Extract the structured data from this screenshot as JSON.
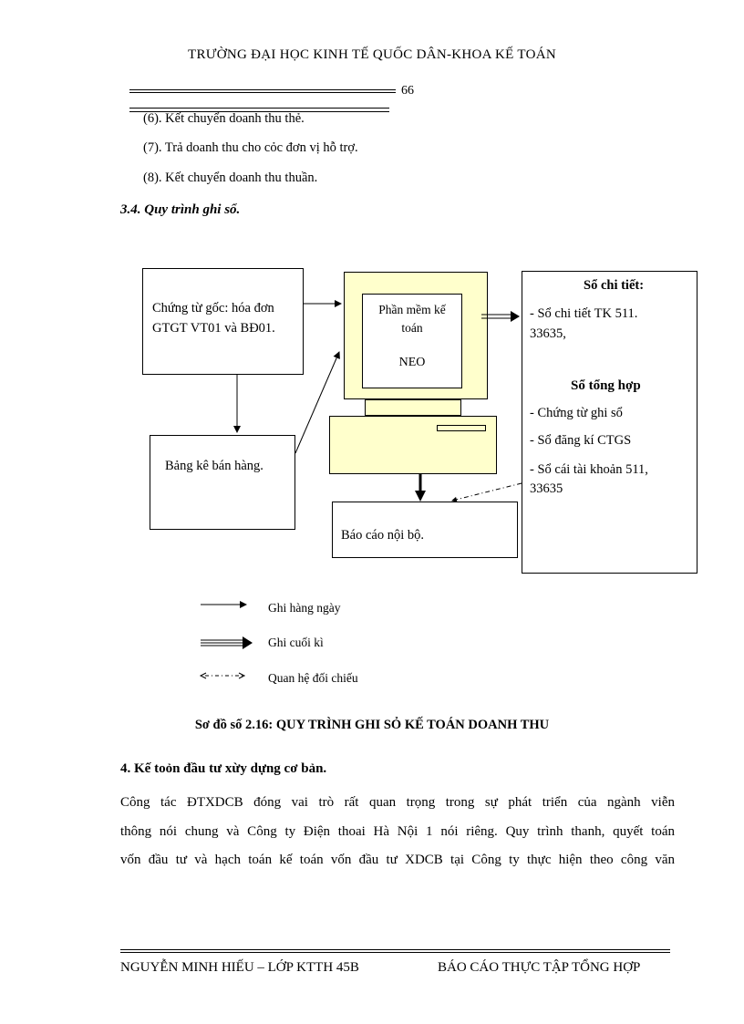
{
  "header": {
    "title": "TRƯỜNG ĐẠI HỌC KINH TẾ QUỐC DÂN-KHOA KẾ TOÁN",
    "page_number": "66"
  },
  "list_items": [
    "(6). Kết chuyển doanh thu thẻ.",
    "(7). Trả doanh thu cho cỏc đơn vị hỗ trợ.",
    "(8). Kết chuyển doanh thu thuần."
  ],
  "section_heading": "3.4. Quy trình ghi sổ.",
  "diagram": {
    "source_doc": [
      "Chứng từ gốc: hóa đơn",
      "GTGT VT01 và BĐ01."
    ],
    "sales_list": "Bảng kê bán hàng.",
    "software": [
      "Phần mềm kế",
      "toán"
    ],
    "software_name": "NEO",
    "internal_report": "Báo cáo nội bộ.",
    "detail_title": "Sổ chi tiết:",
    "detail_items": [
      "- Sổ chi tiết TK 511.",
      "33635,"
    ],
    "summary_title": "Sổ tổng hợp",
    "summary_items": [
      "- Chứng từ ghi sổ",
      "- Sổ đăng kí CTGS",
      "- Sổ cái tài khoản 511,",
      "33635"
    ],
    "monitor_color": "#ffffcc"
  },
  "legend": {
    "daily": "Ghi hàng ngày",
    "period_end": "Ghi cuối kì",
    "reconcile": "Quan hệ đối chiếu"
  },
  "caption": "Sơ đồ số 2.16: QUY TRÌNH GHI SỎ KẾ TOÁN DOANH THU",
  "section4_heading": "4. Kế toỏn đầu tư xừy dựng cơ bản.",
  "paragraph_lines": [
    "Công tác ĐTXDCB đóng vai trò rất quan trọng trong sự phát triển của ngành viễn",
    "thông nói chung và Công ty Điện thoai Hà Nội 1 nói riêng. Quy trình thanh, quyết toán",
    "vốn đầu tư và hạch toán kế toán vốn đầu tư XDCB tại Công ty thực hiện theo công văn"
  ],
  "footer": {
    "left": "NGUYỄN MINH HIẾU – LỚP KTTH 45B",
    "right": "BÁO CÁO THỰC TẬP TỔNG HỢP"
  }
}
